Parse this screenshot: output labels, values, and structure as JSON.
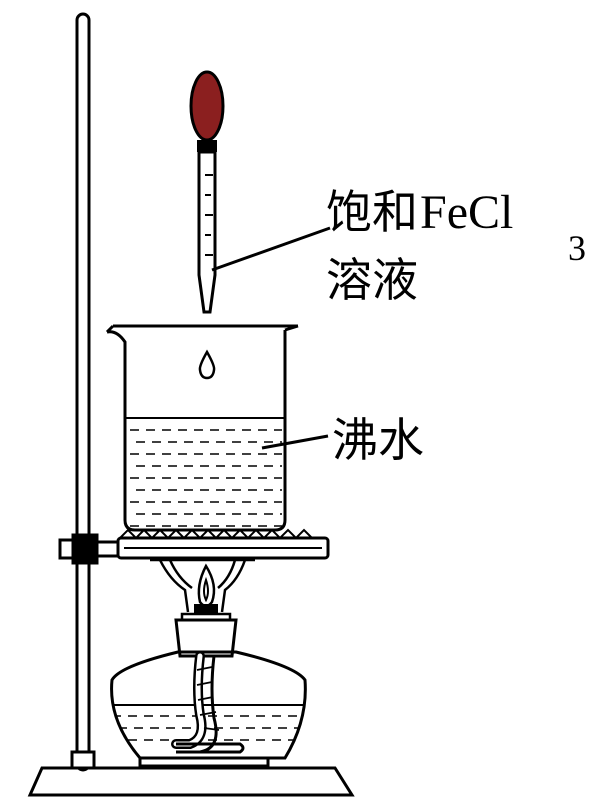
{
  "labels": {
    "reagent_cn": "饱和",
    "reagent_formula": "FeCl",
    "reagent_subscript": "3",
    "reagent_solution": "溶液",
    "liquid": "沸水"
  },
  "colors": {
    "line": "#000000",
    "dropper_bulb": "#8b1f1f",
    "background": "#ffffff"
  }
}
